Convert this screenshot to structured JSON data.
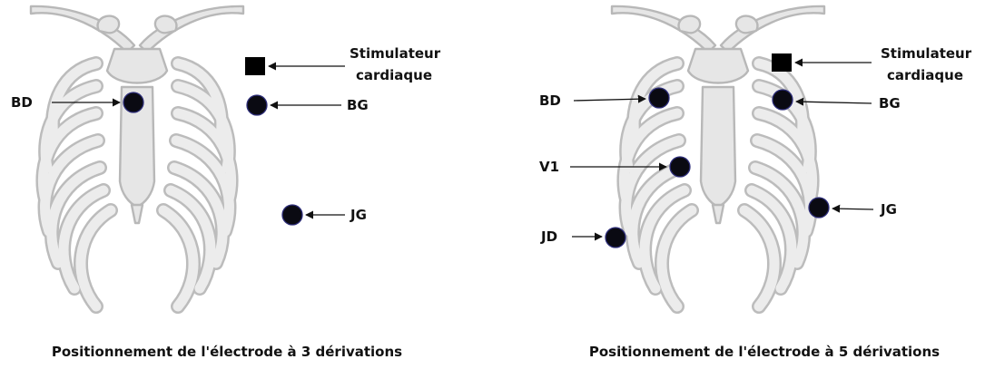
{
  "diagrams": [
    {
      "caption": "Positionnement de l'électrode à 3 dérivations",
      "labels": {
        "pacemaker_line1": "Stimulateur",
        "pacemaker_line2": "cardiaque",
        "ra": "BD",
        "la": "BG",
        "ll": "JG"
      }
    },
    {
      "caption": "Positionnement de l'électrode à 5 dérivations",
      "labels": {
        "pacemaker_line1": "Stimulateur",
        "pacemaker_line2": "cardiaque",
        "ra": "BD",
        "la": "BG",
        "v1": "V1",
        "rl": "JD",
        "ll": "JG"
      }
    }
  ]
}
